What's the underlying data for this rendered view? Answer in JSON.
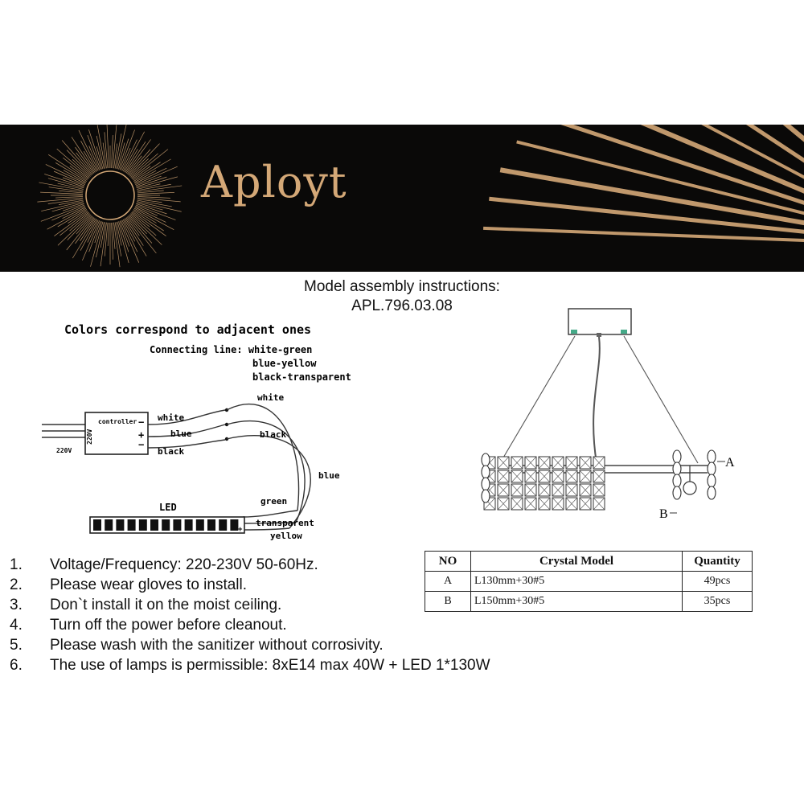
{
  "brand": {
    "name": "Aployt",
    "accent": "#d4a877",
    "background": "#0a0908"
  },
  "document": {
    "heading": "Model assembly instructions:",
    "model": "APL.796.03.08"
  },
  "wiring": {
    "title": "Colors correspond to adjacent ones",
    "connecting_line": "Connecting line: white-green",
    "pair_2": "blue-yellow",
    "pair_3": "black-transparent",
    "controller_label": "controller",
    "voltage_side": "220V",
    "voltage_input": "220V",
    "minus": "−",
    "plus": "+",
    "wire_labels": {
      "white_left": "white",
      "blue_left": "blue",
      "black_left": "black",
      "white_arc": "white",
      "black_arc": "black",
      "blue_arc": "blue",
      "green": "green",
      "transparent": "transparent",
      "yellow": "yellow"
    },
    "led_label": "LED"
  },
  "lamp_diagram": {
    "label_a": "A",
    "label_b": "B"
  },
  "notes": [
    {
      "num": "1.",
      "text": "Voltage/Frequency: 220-230V 50-60Hz."
    },
    {
      "num": "2.",
      "text": "Please wear gloves to install."
    },
    {
      "num": "3.",
      "text": "Don`t install it on the moist ceiling."
    },
    {
      "num": "4.",
      "text": "Turn off the power before cleanout."
    },
    {
      "num": "5.",
      "text": "Please wash with the sanitizer without corrosivity."
    },
    {
      "num": "6.",
      "text": "The use of lamps is permissible: 8xE14 max 40W + LED 1*130W"
    }
  ],
  "crystal_table": {
    "headers": {
      "no": "NO",
      "model": "Crystal  Model",
      "quantity": "Quantity"
    },
    "rows": [
      {
        "no": "A",
        "model": "L130mm+30#5",
        "quantity": "49pcs"
      },
      {
        "no": "B",
        "model": "L150mm+30#5",
        "quantity": "35pcs"
      }
    ]
  }
}
